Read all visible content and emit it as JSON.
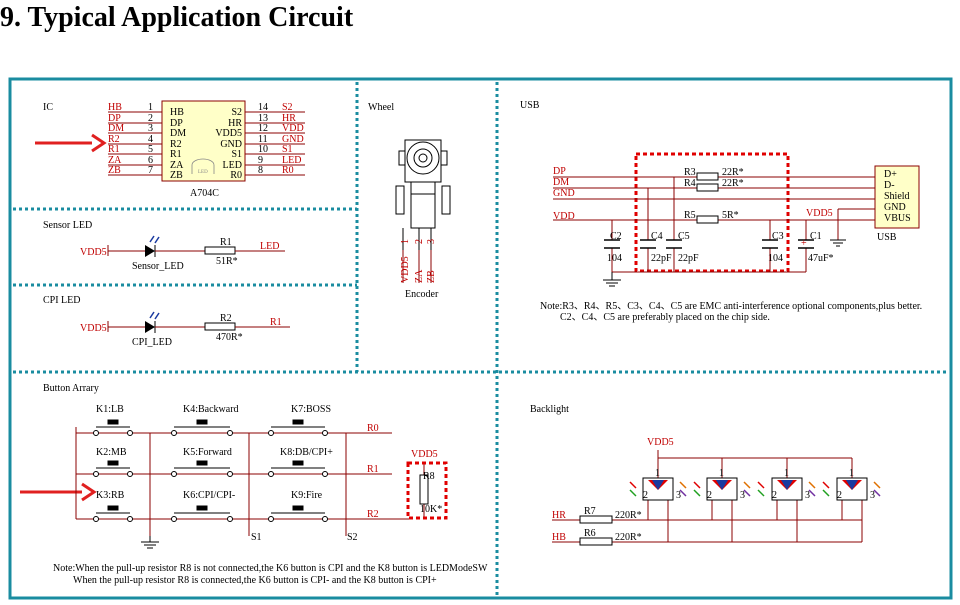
{
  "title": "9. Typical Application Circuit",
  "panels": {
    "ic": {
      "label": "IC",
      "part": "A704C",
      "led_mark": "LED",
      "left_pins": [
        {
          "net": "HB",
          "num": "1",
          "name": "HB"
        },
        {
          "net": "DP",
          "num": "2",
          "name": "DP"
        },
        {
          "net": "DM",
          "num": "3",
          "name": "DM"
        },
        {
          "net": "R2",
          "num": "4",
          "name": "R2"
        },
        {
          "net": "R1",
          "num": "5",
          "name": "R1"
        },
        {
          "net": "ZA",
          "num": "6",
          "name": "ZA"
        },
        {
          "net": "ZB",
          "num": "7",
          "name": "ZB"
        }
      ],
      "right_pins": [
        {
          "name": "S2",
          "num": "14",
          "net": "S2"
        },
        {
          "name": "HR",
          "num": "13",
          "net": "HR"
        },
        {
          "name": "VDD5",
          "num": "12",
          "net": "VDD"
        },
        {
          "name": "GND",
          "num": "11",
          "net": "GND"
        },
        {
          "name": "S1",
          "num": "10",
          "net": "S1"
        },
        {
          "name": "LED",
          "num": "9",
          "net": "LED"
        },
        {
          "name": "R0",
          "num": "8",
          "net": "R0"
        }
      ]
    },
    "sensor_led": {
      "label": "Sensor LED",
      "supply": "VDD5",
      "led": "Sensor_LED",
      "res": "R1",
      "res_val": "51R*",
      "net": "LED"
    },
    "cpi_led": {
      "label": "CPI LED",
      "supply": "VDD5",
      "led": "CPI_LED",
      "res": "R2",
      "res_val": "470R*",
      "net": "R1"
    },
    "wheel": {
      "label": "Wheel",
      "pins": [
        "VDD5",
        "ZA",
        "ZB"
      ],
      "pin_nums": [
        "1",
        "2",
        "3"
      ],
      "part": "Encoder"
    },
    "usb": {
      "label": "USB",
      "nets": [
        "DP",
        "DM",
        "GND",
        "VDD"
      ],
      "resistors": [
        {
          "ref": "R3",
          "val": "22R*"
        },
        {
          "ref": "R4",
          "val": "22R*"
        },
        {
          "ref": "R5",
          "val": "5R*"
        }
      ],
      "caps": [
        {
          "ref": "C2",
          "val": "104"
        },
        {
          "ref": "C4",
          "val": "22pF"
        },
        {
          "ref": "C5",
          "val": "22pF"
        },
        {
          "ref": "C3",
          "val": "104"
        },
        {
          "ref": "C1",
          "val": "47uF*"
        }
      ],
      "vdd5": "VDD5",
      "connector": [
        "D+",
        "D-",
        "Shield",
        "GND",
        "VBUS"
      ],
      "connector_label": "USB",
      "note1": "Note:R3、R4、R5、C3、C4、C5 are EMC anti-interference optional components,plus better.",
      "note2": "C2、C4、C5 are preferably placed on the chip side."
    },
    "buttons": {
      "label": "Button Arrary",
      "keys": [
        "K1:LB",
        "K4:Backward",
        "K7:BOSS",
        "K2:MB",
        "K5:Forward",
        "K8:DB/CPI+",
        "K3:RB",
        "K6:CPI/CPI-",
        "K9:Fire"
      ],
      "rows": [
        "R0",
        "R1",
        "R2"
      ],
      "cols": [
        "S1",
        "S2"
      ],
      "pullup_supply": "VDD5",
      "pullup_ref": "R8",
      "pullup_val": "10K*",
      "note1": "Note:When the pull-up resistor R8 is not connected,the K6 button is CPI and the K8 button is LEDModeSW",
      "note2": "When the pull-up resistor R8 is connected,the K6 button is CPI- and the K8 button is CPI+"
    },
    "backlight": {
      "label": "Backlight",
      "supply": "VDD5",
      "nets": [
        "HR",
        "HB"
      ],
      "resistors": [
        {
          "ref": "R7",
          "val": "220R*"
        },
        {
          "ref": "R6",
          "val": "220R*"
        }
      ],
      "pin_labels": [
        "1",
        "2",
        "3"
      ]
    }
  },
  "colors": {
    "border": "#1a8ca0",
    "wire": "#8b0000",
    "label_red": "#c00000",
    "ic_fill": "#ffffc8",
    "highlight": "#e00000",
    "arrow": "#e02020"
  }
}
